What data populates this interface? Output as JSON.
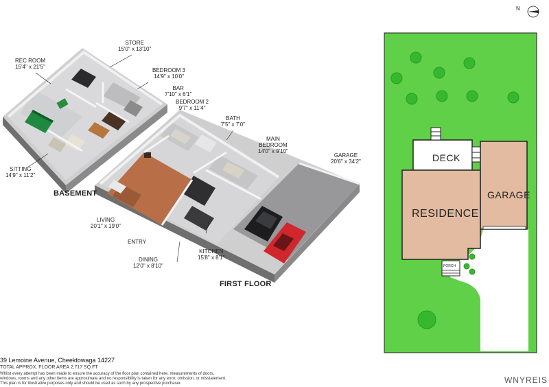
{
  "labels": {
    "store": {
      "name": "STORE",
      "dim": "15'0\" x 13'10\""
    },
    "rec_room": {
      "name": "REC ROOM",
      "dim": "15'4\" x 21'5\""
    },
    "bedroom3": {
      "name": "BEDROOM 3",
      "dim": "14'9\" x 10'0\""
    },
    "bar": {
      "name": "BAR",
      "dim": "7'10\" x 6'1\""
    },
    "bedroom2": {
      "name": "BEDROOM 2",
      "dim": "9'7\" x 11'4\""
    },
    "bath": {
      "name": "BATH",
      "dim": "7'5\" x 7'0\""
    },
    "main_bedroom": {
      "name": "MAIN",
      "name2": "BEDROOM",
      "dim": "14'0\" x 9'10\""
    },
    "garage": {
      "name": "GARAGE",
      "dim": "20'6\" x 34'2\""
    },
    "sitting": {
      "name": "SITTING",
      "dim": "14'9\" x 11'2\""
    },
    "living": {
      "name": "LIVING",
      "dim": "20'1\" x 19'0\""
    },
    "entry": {
      "name": "ENTRY"
    },
    "dining": {
      "name": "DINING",
      "dim": "12'0\" x 8'10\""
    },
    "kitchen": {
      "name": "KITCHEN",
      "dim": "15'8\" x 8'1\""
    }
  },
  "sections": {
    "basement": "BASEMENT",
    "first_floor": "FIRST FLOOR"
  },
  "site_plan": {
    "deck": "DECK",
    "residence": "RESIDENCE",
    "garage": "GARAGE",
    "porch": "PORCH",
    "compass": "N"
  },
  "footer": {
    "address": "39 Lemoine Avenue, Cheektowaga 14227",
    "area": "TOTAL APPROX. FLOOR AREA 2,717 SQ.FT",
    "disclaimer1": "Whilst every attempt has been made to ensure the accuracy of the floor plan contained here, measurements of doors,",
    "disclaimer2": "windows, rooms and any other items are approximate and no responsibility is taken for any error, omission, or misstatement.",
    "disclaimer3": "This plan is for illustrative purposes only and should be used as such by any prospective purchaser."
  },
  "watermark": "WNYREIS",
  "colors": {
    "lawn": "#5fd047",
    "tree": "#35b82f",
    "building": "#e3bba0",
    "floor_wood": "#b86f47",
    "floor_grey": "#8f8f92",
    "wall": "#f2f2f2"
  }
}
